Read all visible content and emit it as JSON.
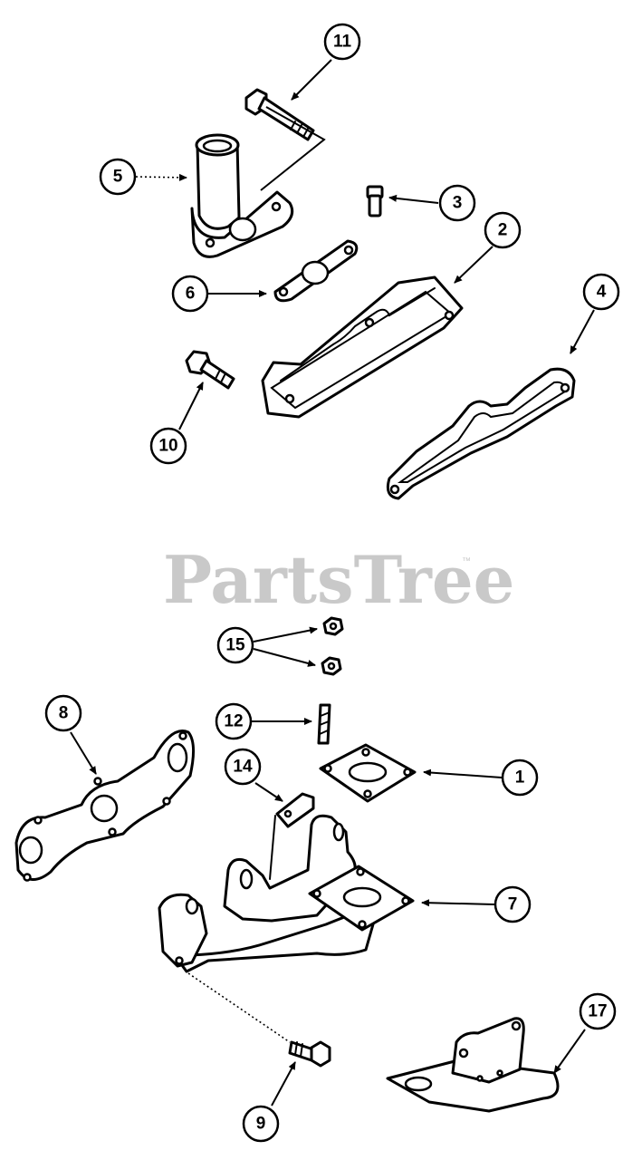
{
  "watermark": {
    "text": "PartsTree",
    "trademark": "™"
  },
  "callouts": [
    {
      "id": "callout-11",
      "label": "11"
    },
    {
      "id": "callout-5",
      "label": "5"
    },
    {
      "id": "callout-3",
      "label": "3"
    },
    {
      "id": "callout-2",
      "label": "2"
    },
    {
      "id": "callout-6",
      "label": "6"
    },
    {
      "id": "callout-4",
      "label": "4"
    },
    {
      "id": "callout-10",
      "label": "10"
    },
    {
      "id": "callout-15",
      "label": "15"
    },
    {
      "id": "callout-8",
      "label": "8"
    },
    {
      "id": "callout-12",
      "label": "12"
    },
    {
      "id": "callout-14",
      "label": "14"
    },
    {
      "id": "callout-1",
      "label": "1"
    },
    {
      "id": "callout-7",
      "label": "7"
    },
    {
      "id": "callout-17",
      "label": "17"
    },
    {
      "id": "callout-9",
      "label": "9"
    }
  ]
}
